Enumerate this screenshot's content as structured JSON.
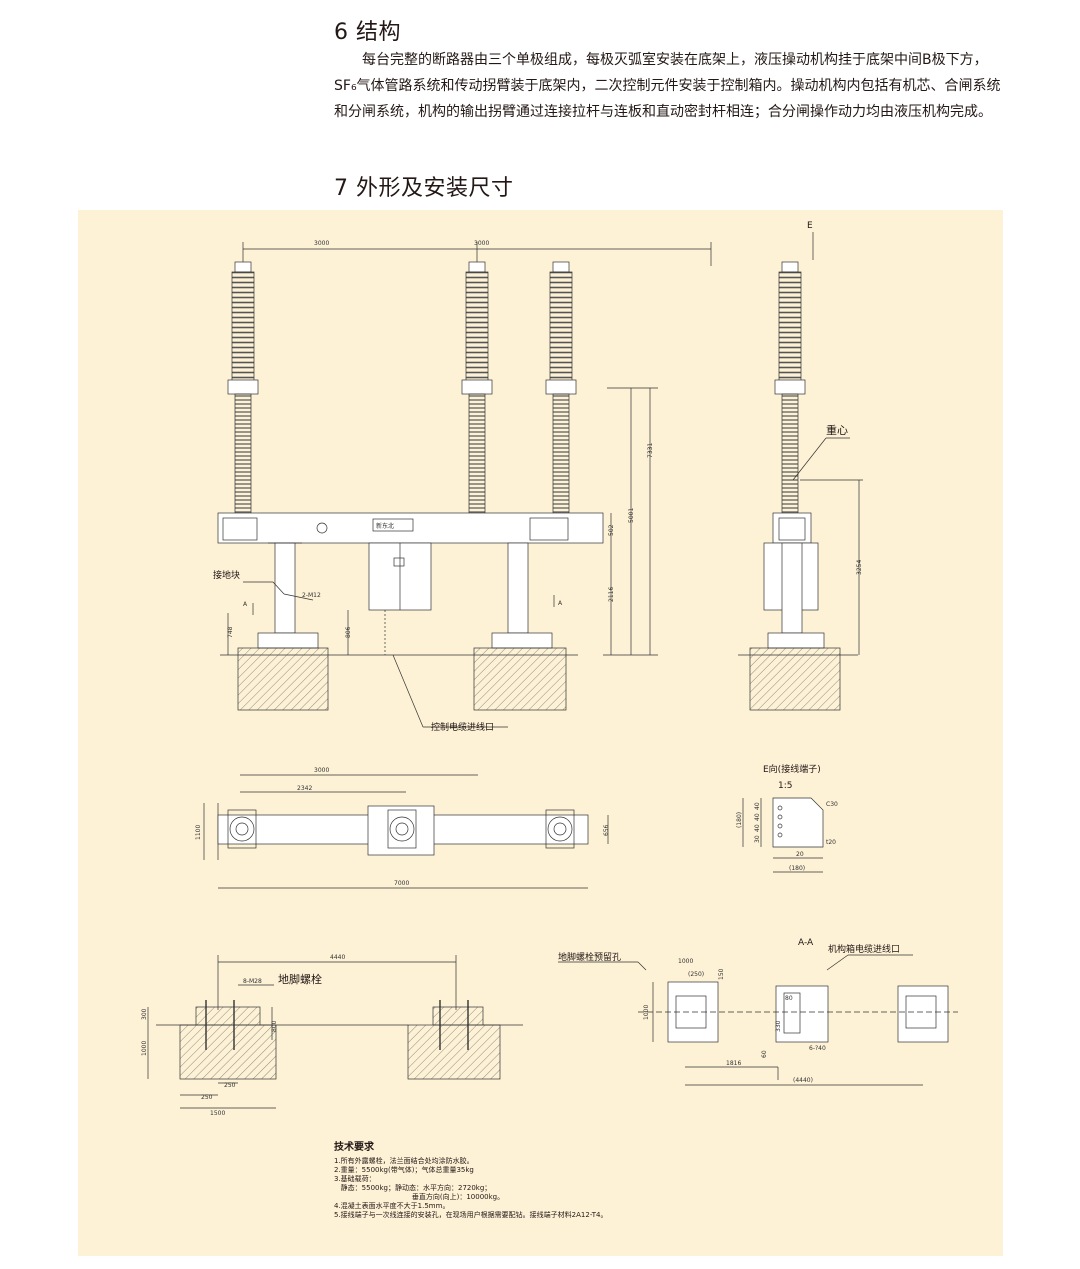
{
  "section6": {
    "heading": "6 结构",
    "body": "每台完整的断路器由三个单极组成，每极灭弧室安装在底架上，液压操动机构挂于底架中间B极下方，SF₆气体管路系统和传动拐臂装于底架内，二次控制元件安装于控制箱内。操动机构内包括有机芯、合闸系统和分闸系统，机构的输出拐臂通过连接拉杆与连板和直动密封杆相连；合分闸操作动力均由液压机构完成。"
  },
  "section7": {
    "heading": "7 外形及安装尺寸"
  },
  "drawing": {
    "front": {
      "span_left": "3000",
      "span_right": "3000",
      "total_height": "7331",
      "column_height": "5001",
      "frame_height": "502",
      "support_height": "2116",
      "foot_height": "748",
      "box_height": "806",
      "ground_block": "接地块",
      "bolt": "2-M12",
      "section_a": "A",
      "cable_inlet": "控制电缆进线口",
      "frame_label": "新东北"
    },
    "side": {
      "view_e": "E",
      "center_gravity": "重心",
      "cg_height": "3254"
    },
    "plan": {
      "span": "3000",
      "offset": "2342",
      "width": "1100",
      "depth": "656",
      "total": "7000"
    },
    "e_view": {
      "title": "E向(接线端子)",
      "scale": "1:5",
      "c30": "C30",
      "t20": "t20",
      "dims": [
        "(180)",
        "40",
        "40",
        "40",
        "30",
        "20",
        "(180)"
      ]
    },
    "foundation": {
      "span": "4440",
      "bolt": "8-M28",
      "anchor_bolt": "地脚螺栓",
      "d300": "300",
      "d1000": "1000",
      "d800": "800",
      "d250a": "250",
      "d250b": "250",
      "d1500": "1500"
    },
    "aa_view": {
      "title": "A-A",
      "bolt_hole": "地脚螺栓预留孔",
      "cable_inlet": "机构箱电缆进线口",
      "d1000w": "1000",
      "d250": "(250)",
      "d150": "150",
      "d1000h": "1000",
      "d80": "80",
      "d330": "330",
      "d60": "60",
      "d1816": "1816",
      "d4440": "(4440)",
      "holes": "6-?40"
    }
  },
  "tech": {
    "title": "技术要求",
    "items": [
      "1.所有外露螺栓，法兰面结合处均涂防水胶。",
      "2.重量：5500kg(带气体)；气体总重量35kg",
      "3.基础载荷：",
      "   静态：5500kg；静动态：水平方向：2720kg；",
      "                                   垂直方向(向上)：10000kg。",
      "4.混凝土表面水平度不大于1.5mm。",
      "5.接线端子与一次线连接的安装孔，在现场用户根据需要配钻。接线端子材料2A12-T4。"
    ]
  },
  "colors": {
    "panel": "#fdf1d6",
    "line": "#231815"
  }
}
